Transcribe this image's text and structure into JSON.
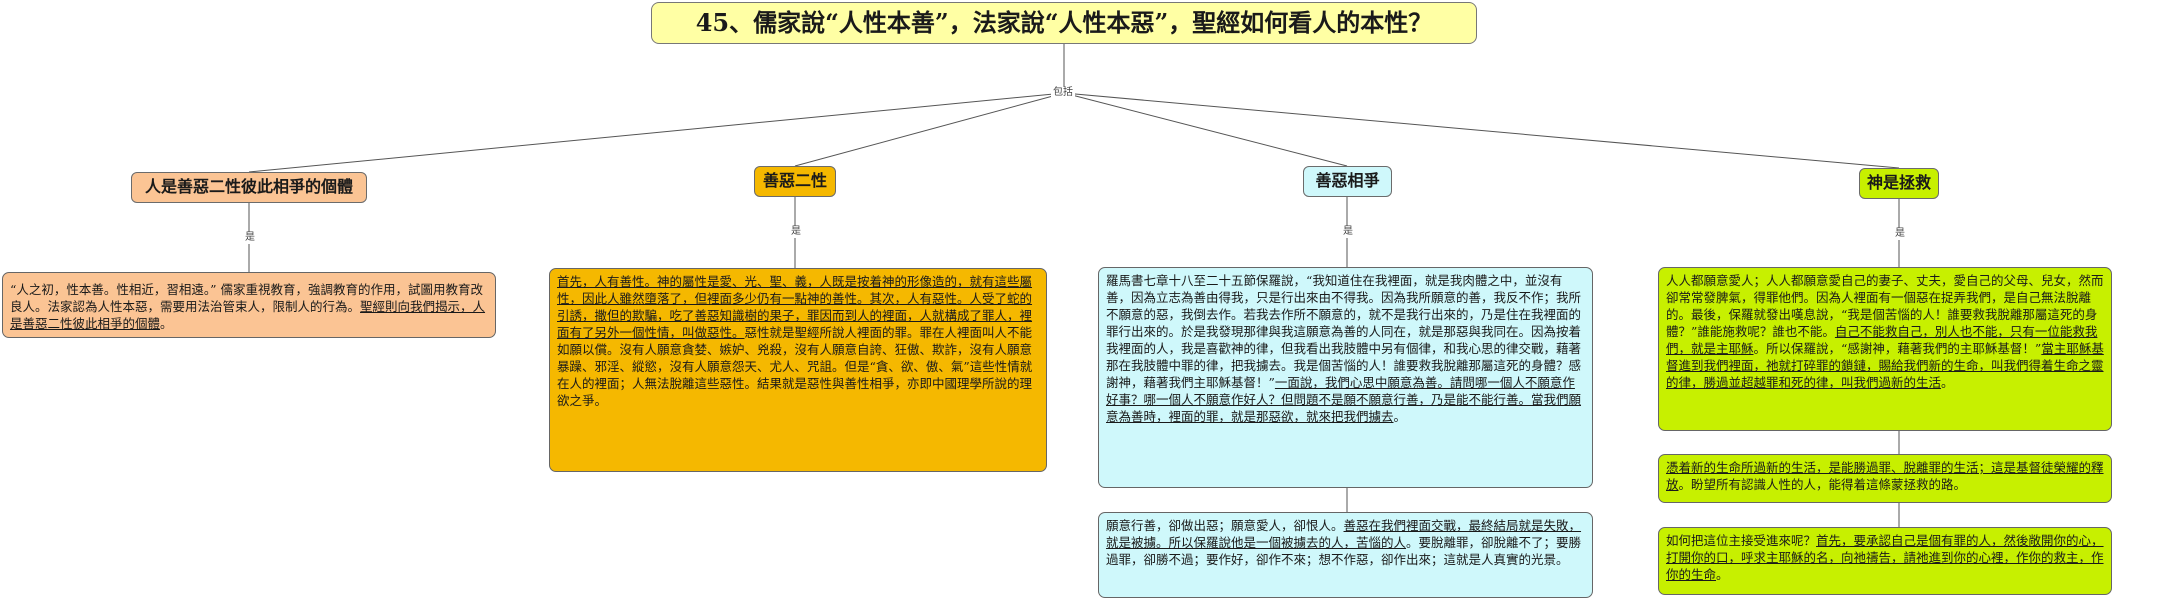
{
  "title": "45、儒家說“人性本善”，法家說“人性本惡”，聖經如何看人的本性？",
  "hub_label": "包括",
  "link_label": "是",
  "topics": [
    {
      "label": "人是善惡二性彼此相爭的個體",
      "color": "#fbc494",
      "notes": [
        {
          "parts": [
            {
              "text": "“人之初，性本善。性相近，習相遠。” 儒家重視教育，強調教育的作用，試圖用教育改良人。法家認為人性本惡，需要用法治管束人，限制人的行為。",
              "u": false
            },
            {
              "text": "聖經則向我們揭示，人是善惡二性彼此相爭的個體",
              "u": true
            },
            {
              "text": "。",
              "u": false
            }
          ]
        }
      ]
    },
    {
      "label": "善惡二性",
      "color": "#f5b800",
      "notes": [
        {
          "parts": [
            {
              "text": "首先，人有善性。神的屬性是愛、光、聖、義，人既是按着神的形像造的，就有這些屬性，因此人雖然墮落了，但裡面多少仍有一點神的善性。其次，人有惡性。人受了蛇的引誘，撒但的欺騙，吃了善惡知識樹的果子，罪因而到人的裡面，人就構成了罪人，裡面有了另外一個性情，叫做惡性。",
              "u": true
            },
            {
              "text": "惡性就是聖經所說人裡面的罪。罪在人裡面叫人不能如願以償。沒有人願意貪婪、嫉妒、兇殺，沒有人願意自誇、狂傲、欺詐，沒有人願意暴躁、邪淫、縱慾，沒有人願意怨天、尤人、咒詛。但是“貪、欲、傲、氣”這些性情就在人的裡面；人無法脫離這些惡性。結果就是惡性與善性相爭，亦即中國理學所說的理欲之爭。",
              "u": false
            }
          ]
        }
      ]
    },
    {
      "label": "善惡相爭",
      "color": "#cff8fb",
      "notes": [
        {
          "parts": [
            {
              "text": "羅馬書七章十八至二十五節保羅說，“我知道住在我裡面，就是我肉體之中，並沒有善，因為立志為善由得我，只是行出來由不得我。因為我所願意的善，我反不作；我所不願意的惡，我倒去作。若我去作所不願意的，就不是我行出來的，乃是住在我裡面的罪行出來的。於是我發現那律與我這願意為善的人同在，就是那惡與我同在。因為按着我裡面的人，我是喜歡神的律，但我看出我肢體中另有個律，和我心思的律交戰，藉著那在我肢體中罪的律，把我擄去。我是個苦惱的人！誰要救我脫離那屬這死的身體？感謝神，藉著我們主耶穌基督！”",
              "u": false
            },
            {
              "text": "一面說，我們心思中願意為善。請問哪一個人不願意作好事？哪一個人不願意作好人？但問題不是願不願意行善，乃是能不能行善。當我們願意為善時，裡面的罪，就是那惡欲，就來把我們擄去",
              "u": true
            },
            {
              "text": "。",
              "u": false
            }
          ]
        },
        {
          "parts": [
            {
              "text": "願意行善，卻做出惡；願意愛人，卻恨人。",
              "u": false
            },
            {
              "text": "善惡在我們裡面交戰，最終結局就是失敗，就是被擄。所以保羅說他是一個被擄去的人，苦惱的人",
              "u": true
            },
            {
              "text": "。要脫離罪，卻脫離不了；要勝過罪，卻勝不過；要作好，卻作不來；想不作惡，卻作出來；這就是人真實的光景。",
              "u": false
            }
          ]
        }
      ]
    },
    {
      "label": "神是拯救",
      "color": "#c7f000",
      "notes": [
        {
          "parts": [
            {
              "text": "人人都願意愛人；人人都願意愛自己的妻子、丈夫，愛自己的父母、兒女，然而卻常常發脾氣，得罪他們。因為人裡面有一個惡在捉弄我們，是自己無法脫離的。最後，保羅就發出嘆息說，“我是個苦惱的人！誰要救我脫離那屬這死的身體？”誰能施救呢？誰也不能。",
              "u": false
            },
            {
              "text": "自己不能救自己，別人也不能，只有一位能救我們，就是主耶穌",
              "u": true
            },
            {
              "text": "。所以保羅說，“感謝神，藉著我們的主耶穌基督！”",
              "u": false
            },
            {
              "text": "當主耶穌基督進到我們裡面，祂就打碎罪的鎖鏈，賜給我們新的生命，叫我們得着生命之靈的律，勝過並超越罪和死的律，叫我們過新的生活",
              "u": true
            },
            {
              "text": "。",
              "u": false
            }
          ]
        },
        {
          "parts": [
            {
              "text": "憑着新的生命所過新的生活，是能勝過罪、脫離罪的生活；這是基督徒榮耀的釋放",
              "u": true
            },
            {
              "text": "。盼望所有認識人性的人，能得着這條蒙拯救的路。",
              "u": false
            }
          ]
        },
        {
          "parts": [
            {
              "text": "如何把這位主接受進來呢？",
              "u": false
            },
            {
              "text": "首先，要承認自己是個有罪的人，然後敞開你的心，打開你的口，呼求主耶穌的名，向祂禱告，請祂進到你的心裡，作你的救主，作你的生命",
              "u": true
            },
            {
              "text": "。",
              "u": false
            }
          ]
        }
      ]
    }
  ]
}
